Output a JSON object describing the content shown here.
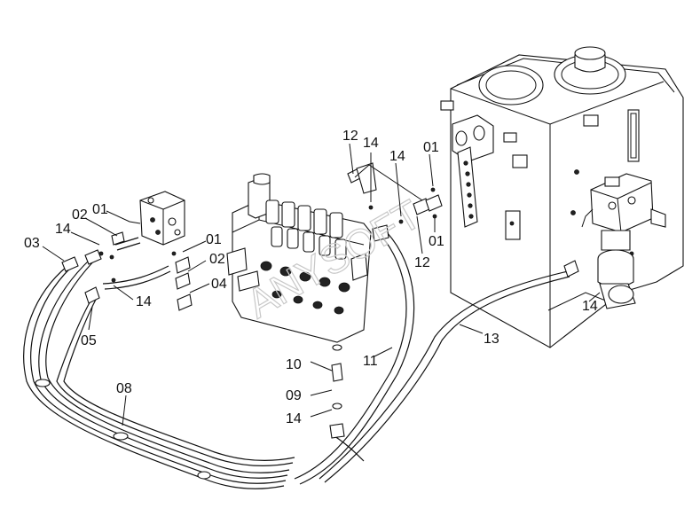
{
  "watermark": "ANYSOFT",
  "callouts": [
    {
      "id": "c-01-a",
      "text": "01"
    },
    {
      "id": "c-02-a",
      "text": "02"
    },
    {
      "id": "c-03",
      "text": "03"
    },
    {
      "id": "c-14-a",
      "text": "14"
    },
    {
      "id": "c-01-b",
      "text": "01"
    },
    {
      "id": "c-02-b",
      "text": "02"
    },
    {
      "id": "c-04",
      "text": "04"
    },
    {
      "id": "c-14-b",
      "text": "14"
    },
    {
      "id": "c-05",
      "text": "05"
    },
    {
      "id": "c-08",
      "text": "08"
    },
    {
      "id": "c-10",
      "text": "10"
    },
    {
      "id": "c-09",
      "text": "09"
    },
    {
      "id": "c-14-c",
      "text": "14"
    },
    {
      "id": "c-11",
      "text": "11"
    },
    {
      "id": "c-12-a",
      "text": "12"
    },
    {
      "id": "c-14-d",
      "text": "14"
    },
    {
      "id": "c-14-e",
      "text": "14"
    },
    {
      "id": "c-01-c",
      "text": "01"
    },
    {
      "id": "c-01-d",
      "text": "01"
    },
    {
      "id": "c-12-b",
      "text": "12"
    },
    {
      "id": "c-13",
      "text": "13"
    },
    {
      "id": "c-14-f",
      "text": "14"
    }
  ]
}
